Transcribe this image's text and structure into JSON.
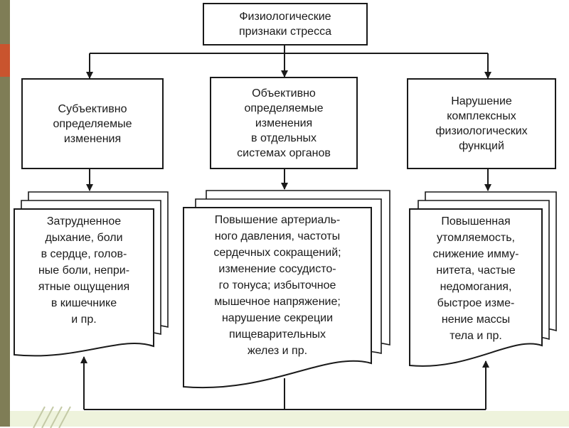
{
  "root": {
    "text": "Физиологические\nпризнаки стресса"
  },
  "categories": [
    {
      "text": "Субъективно\nопределяемые\nизменения"
    },
    {
      "text": "Объективно\nопределяемые\nизменения\nв отдельных\nсистемах органов"
    },
    {
      "text": "Нарушение\nкомплексных\nфизиологических\nфункций"
    }
  ],
  "details": [
    {
      "text": "Затрудненное\nдыхание, боли\nв сердце, голов-\nные боли, непри-\nятные ощущения\nв кишечнике\nи пр."
    },
    {
      "text": "Повышение артериаль-\nного давления, частоты\nсердечных сокращений;\nизменение сосудисто-\nго тонуса; избыточное\nмышечное напряжение;\nнарушение секреции\nпищеварительных\nжелез и пр."
    },
    {
      "text": "Повышенная\nутомляемость,\nснижение имму-\nнитета, частые\nнедомогания,\nбыстрое изме-\nнение массы\nтела и пр."
    }
  ],
  "colors": {
    "line": "#1a1a1a",
    "strip": "#7f7d56",
    "accent": "#c9542e",
    "band": "#eef3dc"
  }
}
